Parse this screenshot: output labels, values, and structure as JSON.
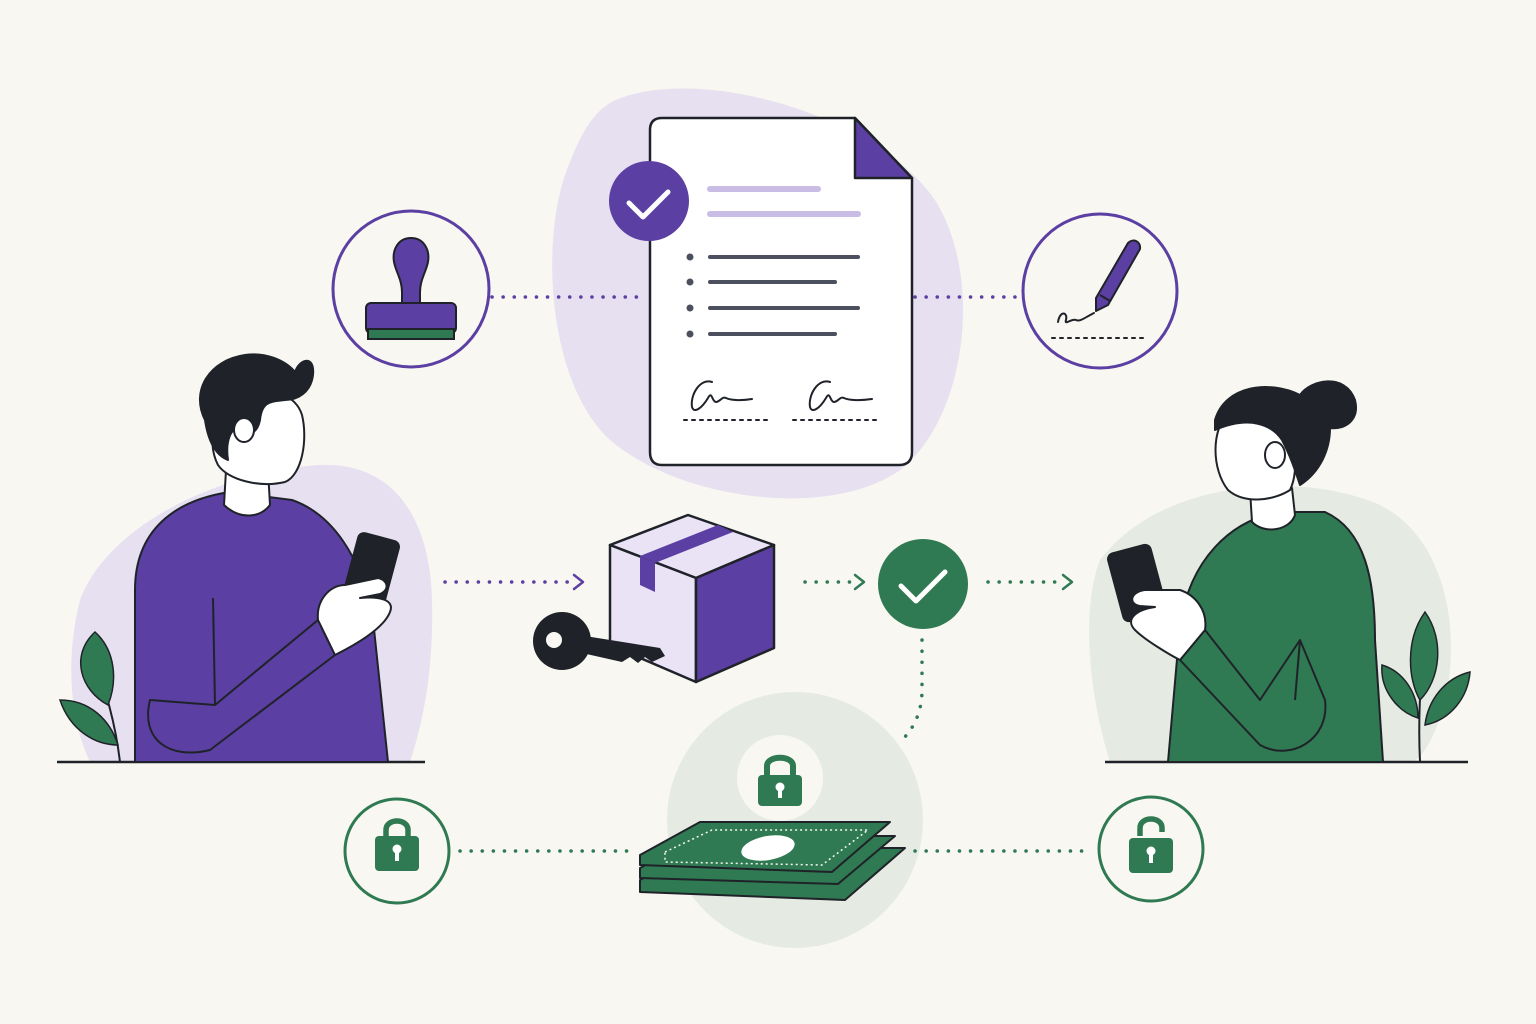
{
  "scene": {
    "left_party": "buyer",
    "right_party": "seller",
    "center_items": [
      "contract-document",
      "package-box",
      "key",
      "cash-stack"
    ],
    "left_icons": [
      "stamp-icon",
      "lock-icon"
    ],
    "right_icons": [
      "pen-signature-icon",
      "unlock-icon"
    ],
    "middle_icons": [
      "checkmark-icon",
      "lock-icon"
    ]
  },
  "colors": {
    "background": "#f9f7f1",
    "purple": "#5b3fa3",
    "purple_soft": "#e6e0f0",
    "purple_line": "#c9bde6",
    "green": "#2f7a52",
    "green_soft": "#e5ebe3",
    "ink": "#1f2329",
    "paper": "#ffffff",
    "skin": "#ffffff"
  }
}
